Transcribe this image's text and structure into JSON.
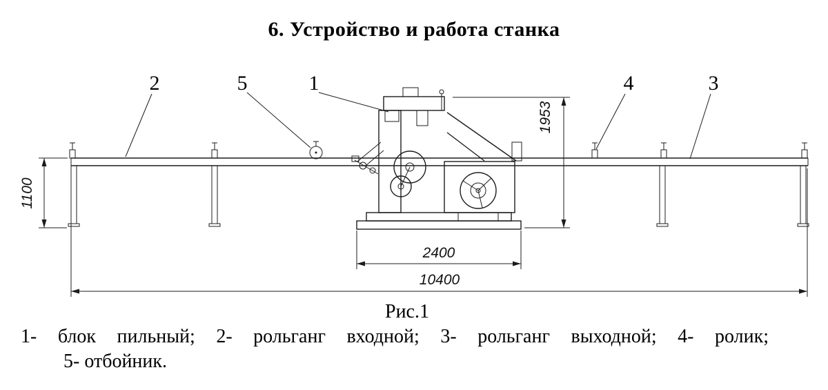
{
  "title": "6. Устройство и работа станка",
  "figure": {
    "caption": "Рис.1",
    "labels": {
      "part1": "1",
      "part2": "2",
      "part3": "3",
      "part4": "4",
      "part5": "5"
    },
    "dimensions": {
      "roller_height": "1100",
      "machine_height": "1953",
      "saw_block_length": "2400",
      "total_length": "10400"
    }
  },
  "legend": {
    "line1": "1- блок пильный; 2- рольганг входной; 3- рольганг выходной; 4- ролик;",
    "line2": "5- отбойник."
  }
}
